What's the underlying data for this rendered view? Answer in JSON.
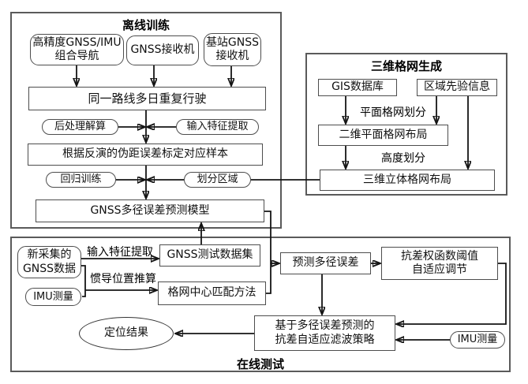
{
  "frames": {
    "offline": "离线训练",
    "grid": "三维格网生成",
    "online": "在线测试"
  },
  "nodes": {
    "gnss_imu": "高精度GNSS/IMU\n组合导航",
    "gnss_receiver": "GNSS接收机",
    "base_gnss": "基站GNSS\n接收机",
    "repeat_drive": "同一路线多日重复行驶",
    "postprocess": "后处理解算",
    "feature_extract": "输入特征提取",
    "calibrate_samples": "根据反演的伪距误差标定对应样本",
    "regression": "回归训练",
    "region_divide": "划分区域",
    "multipath_model": "GNSS多径误差预测模型",
    "gis_db": "GIS数据库",
    "prior_info": "区域先验信息",
    "grid_2d": "二维平面格网布局",
    "grid_3d": "三维立体格网布局",
    "new_gnss": "新采集的\nGNSS数据",
    "imu_measure_1": "IMU测量",
    "test_dataset": "GNSS测试数据集",
    "grid_match": "格网中心匹配方法",
    "predict_error": "预测多径误差",
    "robust_weight": "抗差权函数阈值\n自适应调节",
    "filter_strategy": "基于多径误差预测的\n抗差自适应滤波策略",
    "imu_measure_2": "IMU测量",
    "position_result": "定位结果"
  },
  "edge_labels": {
    "plane_grid_divide": "平面格网划分",
    "height_divide": "高度划分",
    "input_feature_extract": "输入特征提取",
    "ins_position_reckon": "惯导位置推算"
  },
  "colors": {
    "line": "#141414",
    "frame_border": "#5a5a5a",
    "box_border": "#4d4d4d",
    "background": "#ffffff",
    "text": "#000000"
  }
}
